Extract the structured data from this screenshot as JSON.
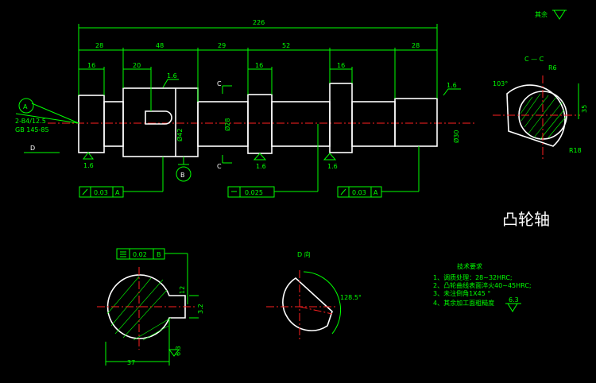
{
  "title": "凸轮轴",
  "roughness_note": "其余",
  "roughness_symbol": "Ra-triangle",
  "dims": {
    "overall": "226",
    "d28a": "28",
    "d48": "48",
    "d29": "29",
    "d52": "52",
    "d28b": "28",
    "d16a": "16",
    "d20": "20",
    "d16b": "16",
    "d16c": "16",
    "dia42": "Ø42",
    "dia28": "Ø28",
    "dia30": "Ø30",
    "ra16": "1.6"
  },
  "center_hole": {
    "label": "A",
    "spec1": "2-B4/12.5",
    "spec2": "GB 145-85",
    "view": "D"
  },
  "section_marks": {
    "c_top": "C",
    "c_bottom": "C",
    "datum_b": "B"
  },
  "tolerances": [
    {
      "value": "0.03",
      "datum": "A"
    },
    {
      "value": "0.025",
      "datum": ""
    },
    {
      "value": "0.03",
      "datum": "A"
    },
    {
      "value": "0.02",
      "datum": "B"
    }
  ],
  "section_cc": {
    "label": "C — C",
    "angle": "103°",
    "r6": "R6",
    "r18": "R18",
    "dim35": "35"
  },
  "keyway_section": {
    "width": "37",
    "depth": "12",
    "slot": "3.2",
    "ra": "6.3"
  },
  "view_d": {
    "label": "D 向",
    "angle": "128.5°"
  },
  "tech_requirements": {
    "heading": "技术要求",
    "items": [
      "1、调质处理：28~32HRC;",
      "2、凸轮曲线表面淬火40~45HRC;",
      "3、未注倒角1X45 °",
      "4、其余加工面粗糙度"
    ],
    "ra": "6.3"
  },
  "colors": {
    "line": "#00ff00",
    "outline": "#ffffff",
    "center": "#ff2020",
    "title": "#ffffff"
  }
}
